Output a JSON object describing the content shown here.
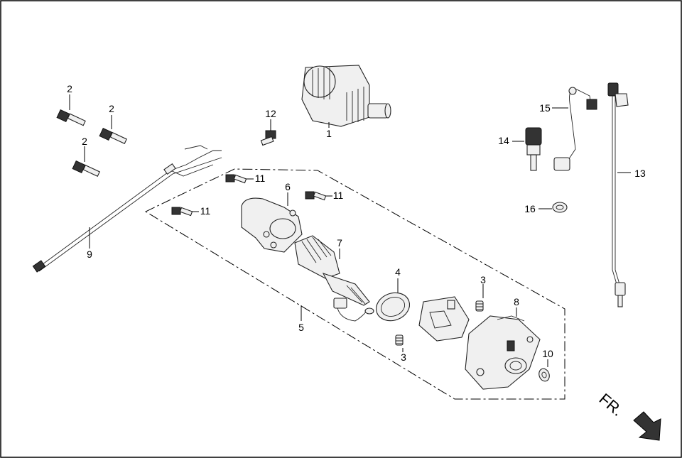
{
  "callouts": {
    "p1": "1",
    "p2a": "2",
    "p2b": "2",
    "p2c": "2",
    "p3a": "3",
    "p3b": "3",
    "p4": "4",
    "p5": "5",
    "p6": "6",
    "p7": "7",
    "p8": "8",
    "p9": "9",
    "p10": "10",
    "p11a": "11",
    "p11b": "11",
    "p11c": "11",
    "p12": "12",
    "p13": "13",
    "p14": "14",
    "p15": "15",
    "p16": "16"
  },
  "direction": {
    "label": "FR."
  }
}
